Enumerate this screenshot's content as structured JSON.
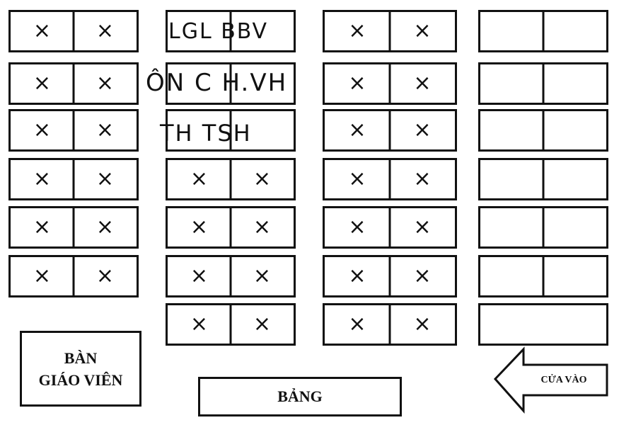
{
  "seating": {
    "teacher_desk": [
      "BÀN",
      "GIÁO VIÊN"
    ],
    "board": "BẢNG",
    "door": "CỬA VÀO",
    "mark_symbol": "×",
    "handwritten": {
      "col2_row1": "LGL BBV",
      "col2_row2": "ÔN C H.VH",
      "col2_row3": "TH TSH"
    }
  }
}
